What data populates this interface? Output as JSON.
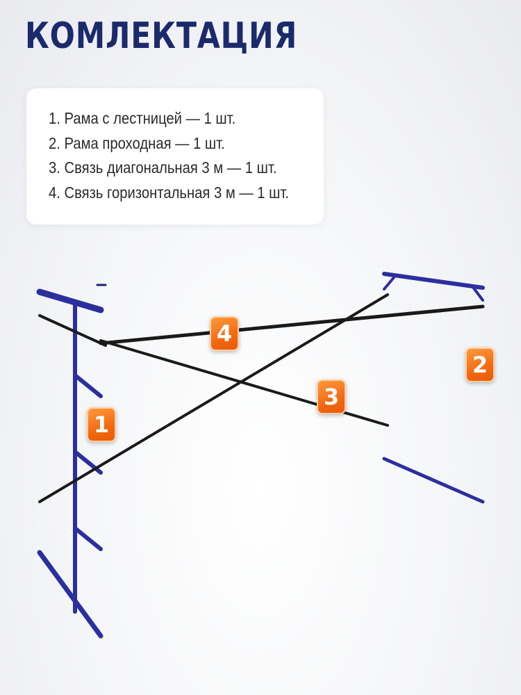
{
  "title": "КОМЛЕКТАЦИЯ",
  "items": [
    "1. Рама с лестницей — 1 шт.",
    "2. Рама проходная — 1 шт.",
    "3. Связь диагональная 3 м — 1 шт.",
    "4. Связь горизонтальная 3 м — 1 шт."
  ],
  "badges": {
    "b1": "1",
    "b2": "2",
    "b3": "3",
    "b4": "4"
  },
  "colors": {
    "title": "#1b2a6b",
    "frame": "#2b2f9e",
    "brace": "#1a1a1a",
    "badge": "#f26a12"
  }
}
